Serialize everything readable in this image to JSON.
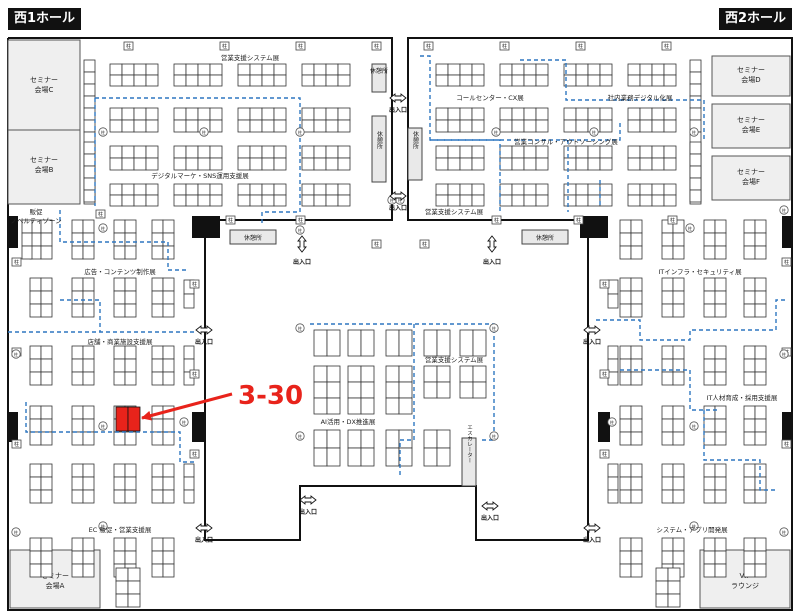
{
  "halls": {
    "west": "西1ホール",
    "east": "西2ホール"
  },
  "rooms": {
    "seminar_a": [
      "セミナー",
      "会場A"
    ],
    "seminar_b": [
      "セミナー",
      "会場B"
    ],
    "seminar_c": [
      "セミナー",
      "会場C"
    ],
    "seminar_d": [
      "セミナー",
      "会場D"
    ],
    "seminar_e": [
      "セミナー",
      "会場E"
    ],
    "seminar_f": [
      "セミナー",
      "会場F"
    ],
    "vip": [
      "VIP",
      "ラウンジ"
    ]
  },
  "zones": {
    "sales_system_top": "営業支援システム展",
    "sales_system_right": "営業支援システム展",
    "sales_system_center": "営業支援システム展",
    "digital_marketing": "デジタルマーケ・SNS運用支援展",
    "novelty": "販促\nノベルティゾーン",
    "advertising": "広告・コンテンツ制作展",
    "store": "店舗・商業施設支援展",
    "ec": "EC 販促・営業支援展",
    "call_center": "コールセンター・CX展",
    "internal_dx": "社内業務デジタル化展",
    "consulting": "営業コンサル・アウトソーシング展",
    "it_infra": "ITインフラ・セキュリティ展",
    "hr": "IT人材育成・採用支援展",
    "ai_dx": "AI活用・DX推進展",
    "system_app": "システム・アプリ開発展"
  },
  "facilities": {
    "rest": "休憩所",
    "exit": "出入口",
    "pillar": "柱",
    "escalator": "エスカレーター"
  },
  "callout": {
    "label": "3-30",
    "color": "#e8231b"
  },
  "colors": {
    "guide_line": "#2f77c0",
    "wall": "#111111",
    "booth_line": "#333333"
  }
}
